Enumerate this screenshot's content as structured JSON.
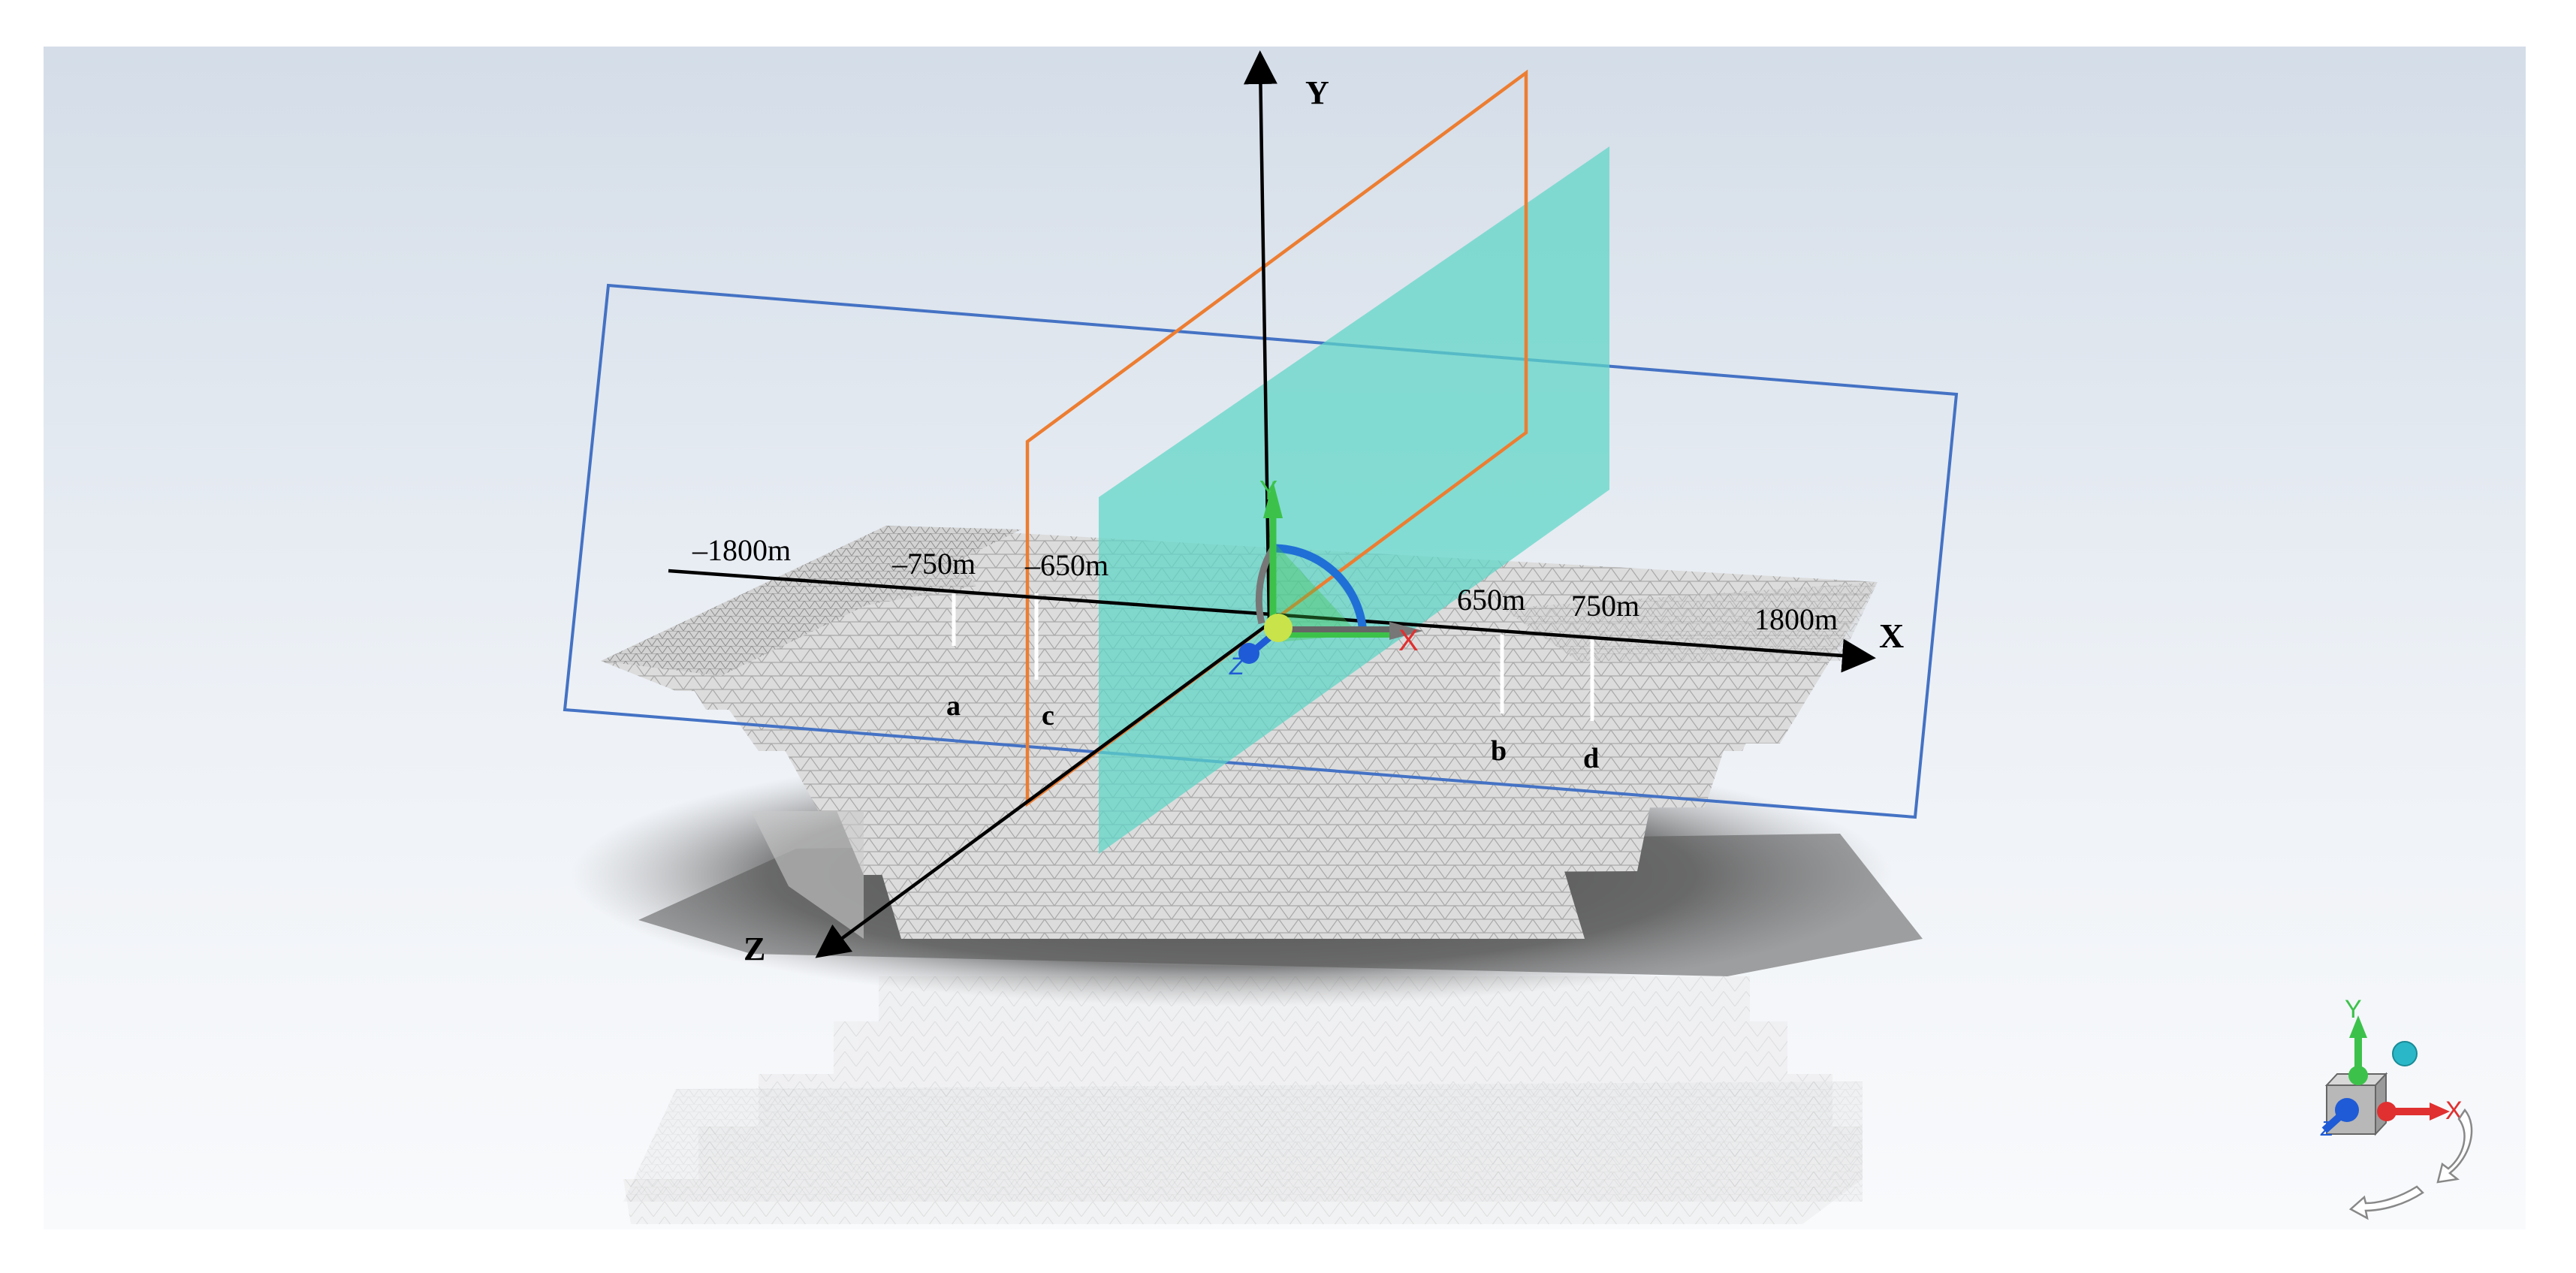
{
  "axes": {
    "x_label": "X",
    "y_label": "Y",
    "z_label": "Z"
  },
  "distance_labels": {
    "neg_1800": "–1800m",
    "neg_750": "–750m",
    "neg_650": "–650m",
    "pos_650": "650m",
    "pos_750": "750m",
    "pos_1800": "1800m"
  },
  "point_labels": {
    "a": "a",
    "b": "b",
    "c": "c",
    "d": "d"
  },
  "gizmo": {
    "center_triad": {
      "x": "X",
      "y": "Y",
      "z": "Z"
    },
    "view_cube": {
      "x": "X",
      "y": "Y",
      "z": "Z"
    }
  },
  "colors": {
    "xy_plane_outline": "#4472c4",
    "yz_plane_outline": "#ed7d31",
    "section_plane_fill": "#5dd6c6",
    "axis_red": "#e03030",
    "axis_green": "#3cc24a",
    "axis_blue": "#1f5bd6"
  }
}
